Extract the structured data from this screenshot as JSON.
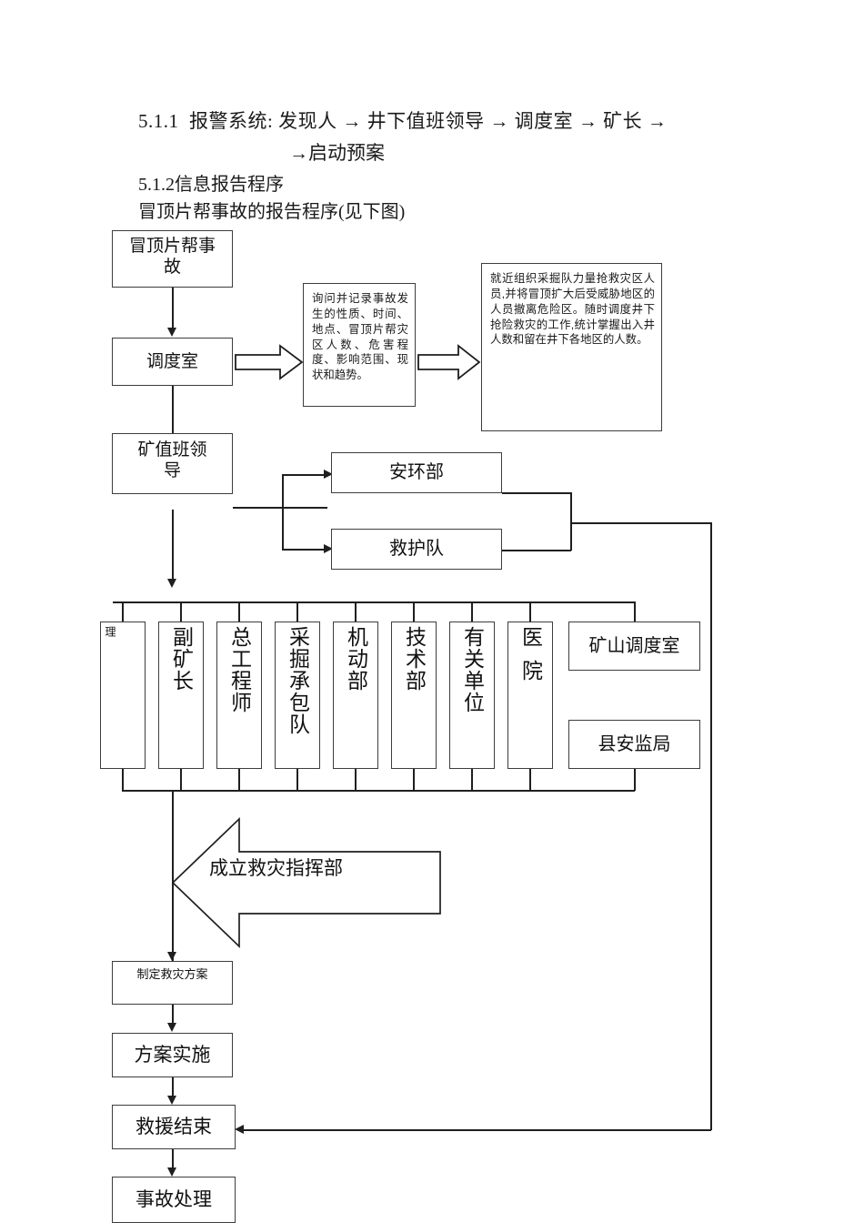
{
  "document": {
    "heading_lines": [
      "5.1.1  报警系统: 发现人 → 井下值班领导 → 调度室 → 矿长 →",
      "→启动预案",
      "5.1.2信息报告程序",
      "冒顶片帮事故的报告程序(见下图)"
    ]
  },
  "flowchart": {
    "title": "冒顶片帮事故的报告程序",
    "nodes": {
      "accident": "冒顶片帮事\n故",
      "dispatch_room": "调度室",
      "record_note": "询问并记录事故发生的性质、时间、地点、冒顶片帮灾区人数、危害程度、影响范围、现状和趋势。",
      "rescue_note": "就近组织采掘队力量抢救灾区人员,并将冒顶扩大后受威胁地区的人员撤离危险区。随时调度井下抢险救灾的工作,统计掌握出入井人数和留在井下各地区的人数。",
      "mine_duty_leader": "矿值班领\n导",
      "safety_env_dept": "安环部",
      "rescue_team": "救护队",
      "mine_dispatch_room": "矿山调度室",
      "county_safety_bureau": "县安监局",
      "command_center": "成立救灾指挥部",
      "make_plan": "制定救灾方案",
      "implement_plan": "方案实施",
      "rescue_end": "救援结束",
      "accident_handling": "事故处理"
    },
    "department_column_boxes": [
      "理",
      "副矿长",
      "总工程师",
      "采掘承包队",
      "机动部",
      "技术部",
      "有关单位",
      "医院"
    ]
  },
  "colors": {
    "ink": "#111111",
    "stroke": "#3d3d3d",
    "line": "#1f1f1f",
    "background": "#ffffff"
  }
}
